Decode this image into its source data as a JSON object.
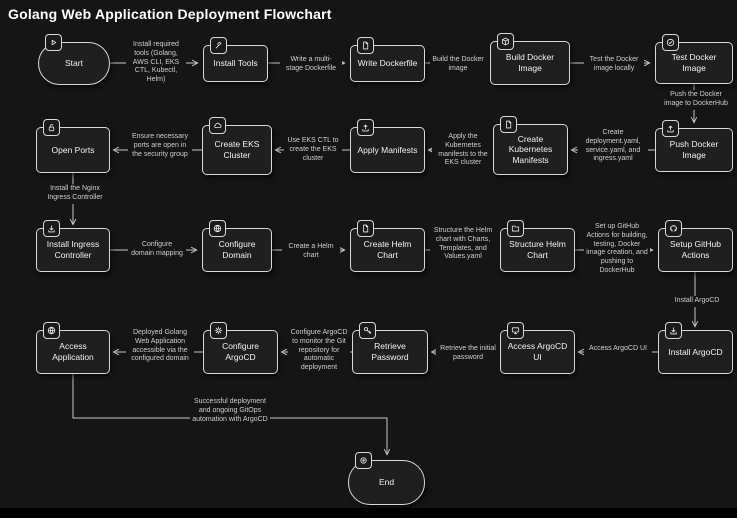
{
  "title": "Golang Web Application Deployment Flowchart",
  "colors": {
    "background": "#151515",
    "node_fill": "#1f1f1f",
    "node_border": "#d9d9d9",
    "node_text": "#f2f2f2",
    "edge_line": "#c8c8c8",
    "edge_label_text": "#cfcfcf",
    "title_text": "#ffffff"
  },
  "flowchart": {
    "nodes": [
      {
        "id": "start",
        "label": "Start",
        "icon": "play-icon",
        "shape": "stadium"
      },
      {
        "id": "install-tools",
        "label": "Install Tools",
        "icon": "wrench-icon",
        "shape": "rect"
      },
      {
        "id": "write-dockerfile",
        "label": "Write Dockerfile",
        "icon": "file-icon",
        "shape": "rect"
      },
      {
        "id": "build-docker-image",
        "label": "Build Docker Image",
        "icon": "package-icon",
        "shape": "rect"
      },
      {
        "id": "test-docker-image",
        "label": "Test Docker Image",
        "icon": "check-circle-icon",
        "shape": "rect"
      },
      {
        "id": "push-docker-image",
        "label": "Push Docker Image",
        "icon": "upload-icon",
        "shape": "rect"
      },
      {
        "id": "create-kubernetes-manifests",
        "label": "Create Kubernetes Manifests",
        "icon": "file-icon",
        "shape": "rect"
      },
      {
        "id": "apply-manifests",
        "label": "Apply Manifests",
        "icon": "upload-icon",
        "shape": "rect"
      },
      {
        "id": "create-eks-cluster",
        "label": "Create EKS Cluster",
        "icon": "cloud-icon",
        "shape": "rect"
      },
      {
        "id": "open-ports",
        "label": "Open Ports",
        "icon": "lock-open-icon",
        "shape": "rect"
      },
      {
        "id": "install-ingress-controller",
        "label": "Install Ingress Controller",
        "icon": "download-icon",
        "shape": "rect"
      },
      {
        "id": "configure-domain",
        "label": "Configure Domain",
        "icon": "globe-icon",
        "shape": "rect"
      },
      {
        "id": "create-helm-chart",
        "label": "Create Helm Chart",
        "icon": "file-icon",
        "shape": "rect"
      },
      {
        "id": "structure-helm-chart",
        "label": "Structure Helm Chart",
        "icon": "folder-icon",
        "shape": "rect"
      },
      {
        "id": "setup-github-actions",
        "label": "Setup GitHub Actions",
        "icon": "github-icon",
        "shape": "rect"
      },
      {
        "id": "install-argocd",
        "label": "Install ArgoCD",
        "icon": "download-icon",
        "shape": "rect"
      },
      {
        "id": "access-argocd-ui",
        "label": "Access ArgoCD UI",
        "icon": "monitor-icon",
        "shape": "rect"
      },
      {
        "id": "retrieve-password",
        "label": "Retrieve Password",
        "icon": "key-icon",
        "shape": "rect"
      },
      {
        "id": "configure-argocd",
        "label": "Configure ArgoCD",
        "icon": "gear-icon",
        "shape": "rect"
      },
      {
        "id": "access-application",
        "label": "Access Application",
        "icon": "globe-icon",
        "shape": "rect"
      },
      {
        "id": "end",
        "label": "End",
        "icon": "stop-icon",
        "shape": "stadium"
      }
    ],
    "edge_labels": [
      {
        "text": "Install required tools (Golang, AWS CLI, EKS CTL, Kubectl, Helm)"
      },
      {
        "text": "Write a multi-stage Dockerfile"
      },
      {
        "text": "Build the Docker image"
      },
      {
        "text": "Test the Docker image locally"
      },
      {
        "text": "Push the Docker image to DockerHub"
      },
      {
        "text": "Create deployment.yaml, service.yaml, and ingress.yaml"
      },
      {
        "text": "Apply the Kubernetes manifests to the EKS cluster"
      },
      {
        "text": "Use EKS CTL to create the EKS cluster"
      },
      {
        "text": "Ensure necessary ports are open in the security group"
      },
      {
        "text": "Install the Nginx Ingress Controller"
      },
      {
        "text": "Configure domain mapping"
      },
      {
        "text": "Create a Helm chart"
      },
      {
        "text": "Structure the Helm chart with Charts, Templates, and Values.yaml"
      },
      {
        "text": "Set up GitHub Actions for building, testing, Docker image creation, and pushing to DockerHub"
      },
      {
        "text": "Install ArgoCD"
      },
      {
        "text": "Access ArgoCD UI"
      },
      {
        "text": "Retrieve the initial password"
      },
      {
        "text": "Configure ArgoCD to monitor the Git repository for automatic deployment"
      },
      {
        "text": "Deployed Golang Web Application accessible via the configured domain"
      },
      {
        "text": "Successful deployment and ongoing GitOps automation with ArgoCD"
      }
    ]
  }
}
